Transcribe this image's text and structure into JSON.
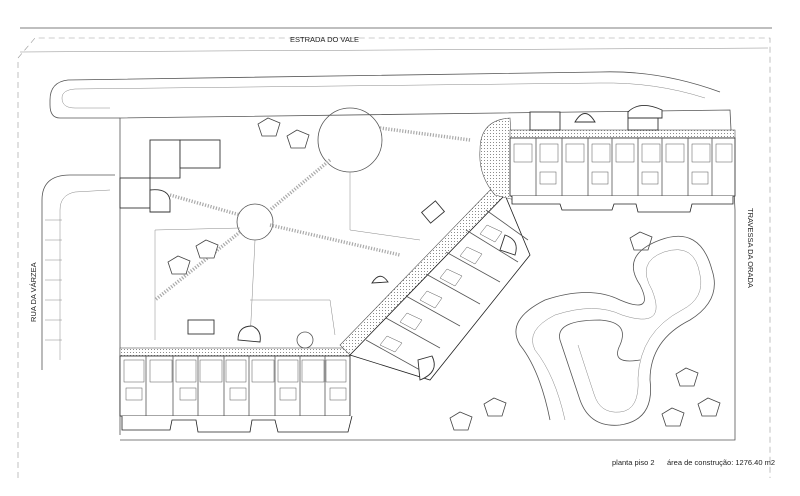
{
  "labels": {
    "top_road": "ESTRADA DO VALE",
    "left_road": "RUA DA VÁRZEA",
    "right_road": "TRAVESSA DA ORADA",
    "floor": "planta piso 2",
    "area": "área de construção: 1276.40 m2"
  },
  "colors": {
    "line": "#333333",
    "background": "#ffffff"
  }
}
